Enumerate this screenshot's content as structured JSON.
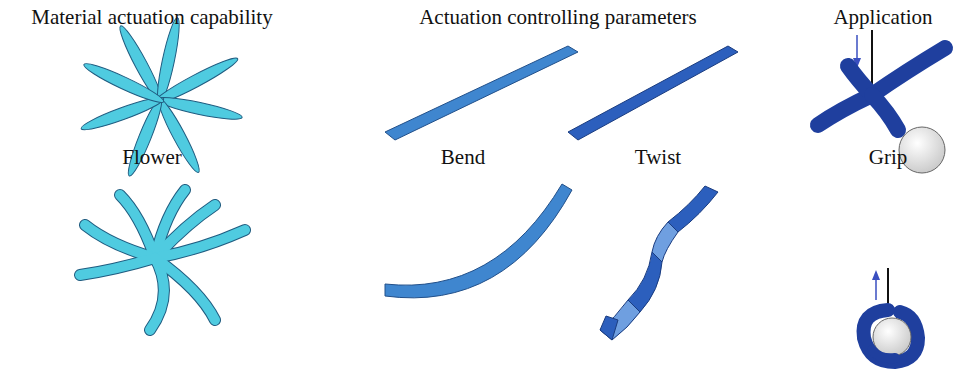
{
  "diagram": {
    "labels": [
      "Material actuation capability",
      "Actuation controlling parameters",
      "Application",
      "Flower",
      "Bend",
      "Twist",
      "Grip"
    ]
  }
}
